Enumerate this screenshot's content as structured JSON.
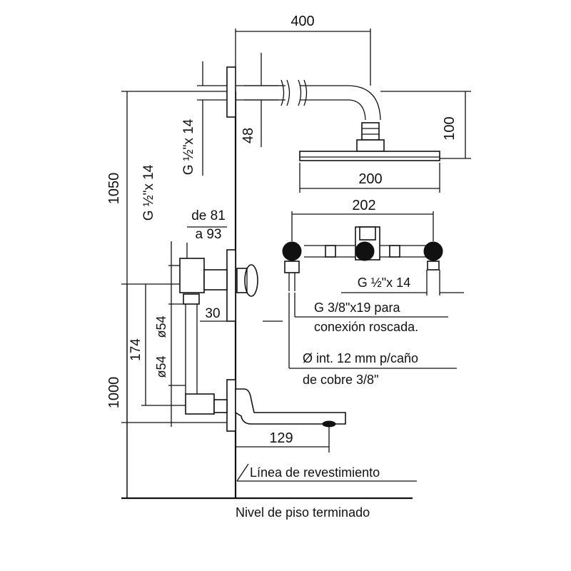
{
  "dimensions": {
    "arm_length": "400",
    "arm_drop": "100",
    "head_width": "200",
    "flange_gap": "48",
    "arm_thread": "G ½\"x 14",
    "total_height": "1050",
    "spout_height": "1000",
    "mixer_thread": "G ½\"x 14",
    "depth_range_1": "de 81",
    "depth_range_2": "a 93",
    "wall_depth": "30",
    "valve_spacing": "174",
    "pipe_dia_1": "ø54",
    "pipe_dia_2": "ø54",
    "spout_length": "129",
    "connector_width": "202",
    "connector_thread": "G ½\"x 14"
  },
  "notes": {
    "thread_note_1": "G 3/8\"x19 para",
    "thread_note_2": "conexión roscada.",
    "pipe_note_1": "Ø int. 12 mm p/caño",
    "pipe_note_2": "de cobre 3/8\""
  },
  "labels": {
    "wall_line": "Línea de revestimiento",
    "floor_level": "Nivel de piso terminado"
  }
}
